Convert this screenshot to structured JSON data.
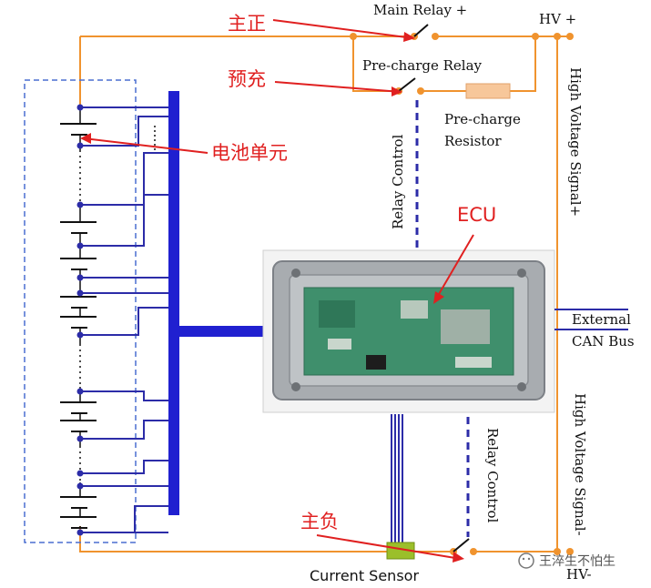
{
  "labels": {
    "main_relay": "Main Relay +",
    "hv_plus": "HV +",
    "precharge_relay": "Pre-charge Relay",
    "precharge_resistor_1": "Pre-charge",
    "precharge_resistor_2": "Resistor",
    "relay_control_top": "Relay Control",
    "relay_control_bottom": "Relay Control",
    "hv_signal_plus": "High Voltage Signal+",
    "hv_signal_minus": "High Voltage Signal-",
    "external_can_1": "External",
    "external_can_2": "CAN Bus",
    "current_sensor": "Current Sensor",
    "hv_minus": "HV-",
    "ecu": "ECU"
  },
  "annotations": {
    "main_positive": "主正",
    "precharge": "预充",
    "battery_cell": "电池单元",
    "main_negative": "主负"
  },
  "watermark": "王淬生不怕生",
  "colors": {
    "hv_wire": "#f0932e",
    "signal_wire": "#2c2ca8",
    "annotation": "#e02020",
    "resistor": "#f7c79a",
    "sensor": "#9bbf2a"
  }
}
